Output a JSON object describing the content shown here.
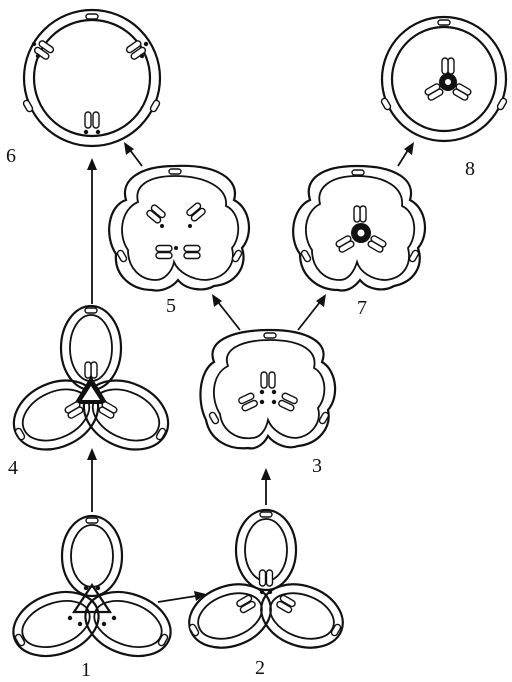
{
  "labels": {
    "stage_1": "1",
    "stage_2": "2",
    "stage_3": "3",
    "stage_4": "4",
    "stage_5": "5",
    "stage_6": "6",
    "stage_7": "7",
    "stage_8": "8"
  }
}
